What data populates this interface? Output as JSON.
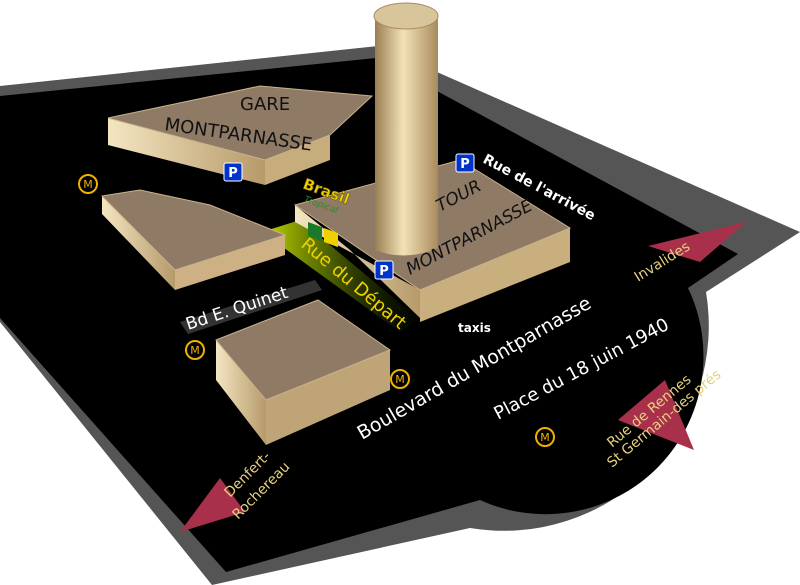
{
  "labels": {
    "gare_line1": "GARE",
    "gare_line2": "MONTPARNASSE",
    "tour_line1": "TOUR",
    "tour_line2": "MONTPARNASSE",
    "rue_arrivee": "Rue de l'arrivée",
    "rue_depart": "Rue du Départ",
    "bd_quinet": "Bd E. Quinet",
    "taxis": "taxis",
    "bd_montparnasse": "Boulevard du Montparnasse",
    "place": "Place du 18 juin 1940",
    "invalides": "Invalides",
    "rennes_line1": "Rue de Rennes",
    "rennes_line2": "St Germain-des prés",
    "denfert_line1": "Denfert-",
    "denfert_line2": "Rochereau"
  },
  "markers": {
    "metro": "M",
    "parking": "P"
  },
  "logo": {
    "line1": "Brasil",
    "line2": "Tropical"
  },
  "colors": {
    "metro": "#f0b000",
    "parking": "#0033cc",
    "arrow": "#a8304a",
    "building": "#8f7a66",
    "street_label": "#e6d080"
  }
}
